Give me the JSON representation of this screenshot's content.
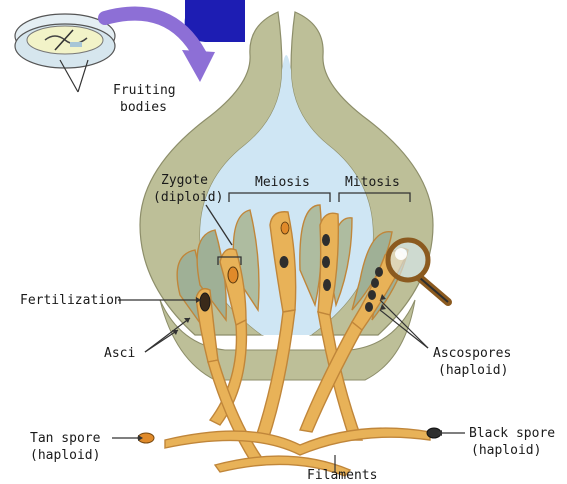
{
  "labels": {
    "fruiting_1": "Fruiting",
    "fruiting_2": "bodies",
    "zygote_1": "Zygote",
    "zygote_2": "(diploid)",
    "meiosis": "Meiosis",
    "mitosis": "Mitosis",
    "fertilization": "Fertilization",
    "asci": "Asci",
    "ascospores_1": "Ascospores",
    "ascospores_2": "(haploid)",
    "tan_spore_1": "Tan spore",
    "tan_spore_2": "(haploid)",
    "black_spore_1": "Black spore",
    "black_spore_2": "(haploid)",
    "filaments": "Filaments"
  },
  "colors": {
    "flask_wall": "#bdbf98",
    "flask_interior": "#cfe6f4",
    "filament": "#e8b258",
    "filament_edge": "#c0863a",
    "tan_spore": "#e08a2a",
    "black_spore": "#2e2e2e",
    "arrow": "#8d6fd6",
    "title_blue": "#1d1db3"
  }
}
